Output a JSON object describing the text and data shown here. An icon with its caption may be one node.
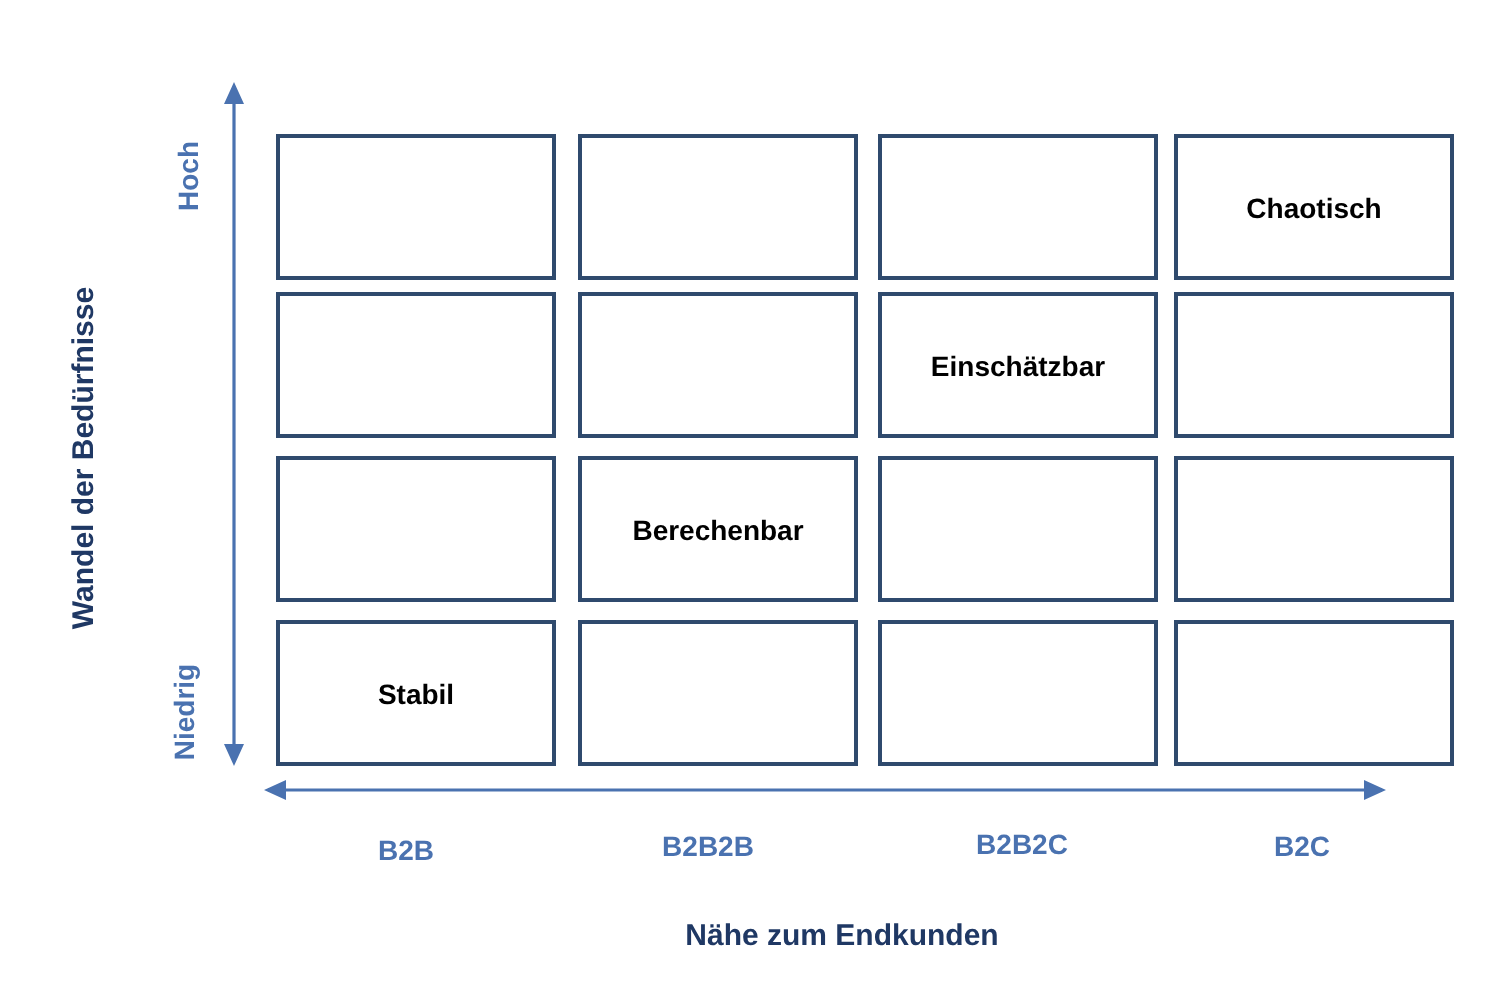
{
  "diagram": {
    "nodes": [
      {
        "text": [],
        "shape": "box"
      },
      {
        "text": [],
        "shape": "box"
      },
      {
        "text": [],
        "shape": "box"
      },
      {
        "text": [
          "Chaotisch"
        ]
      },
      {
        "text": [],
        "shape": "box"
      },
      {
        "text": [],
        "shape": "box"
      },
      {
        "text": [
          "Einschätzbar"
        ]
      },
      {
        "text": [],
        "shape": "box"
      },
      {
        "text": [],
        "shape": "box"
      },
      {
        "text": [
          "Berechenbar"
        ]
      },
      {
        "text": [],
        "shape": "box"
      },
      {
        "text": [],
        "shape": "box"
      },
      {
        "text": [
          "Stabil"
        ]
      },
      {
        "text": [],
        "shape": "box"
      },
      {
        "text": [],
        "shape": "box"
      },
      {
        "text": [],
        "shape": "box"
      }
    ],
    "labels": [
      "Wandel der Bedürfnisse",
      "Hoch",
      "Niedrig",
      "B2B",
      "B2B2B",
      "B2B2C",
      "B2C",
      "Nähe zum Endkunden"
    ]
  }
}
